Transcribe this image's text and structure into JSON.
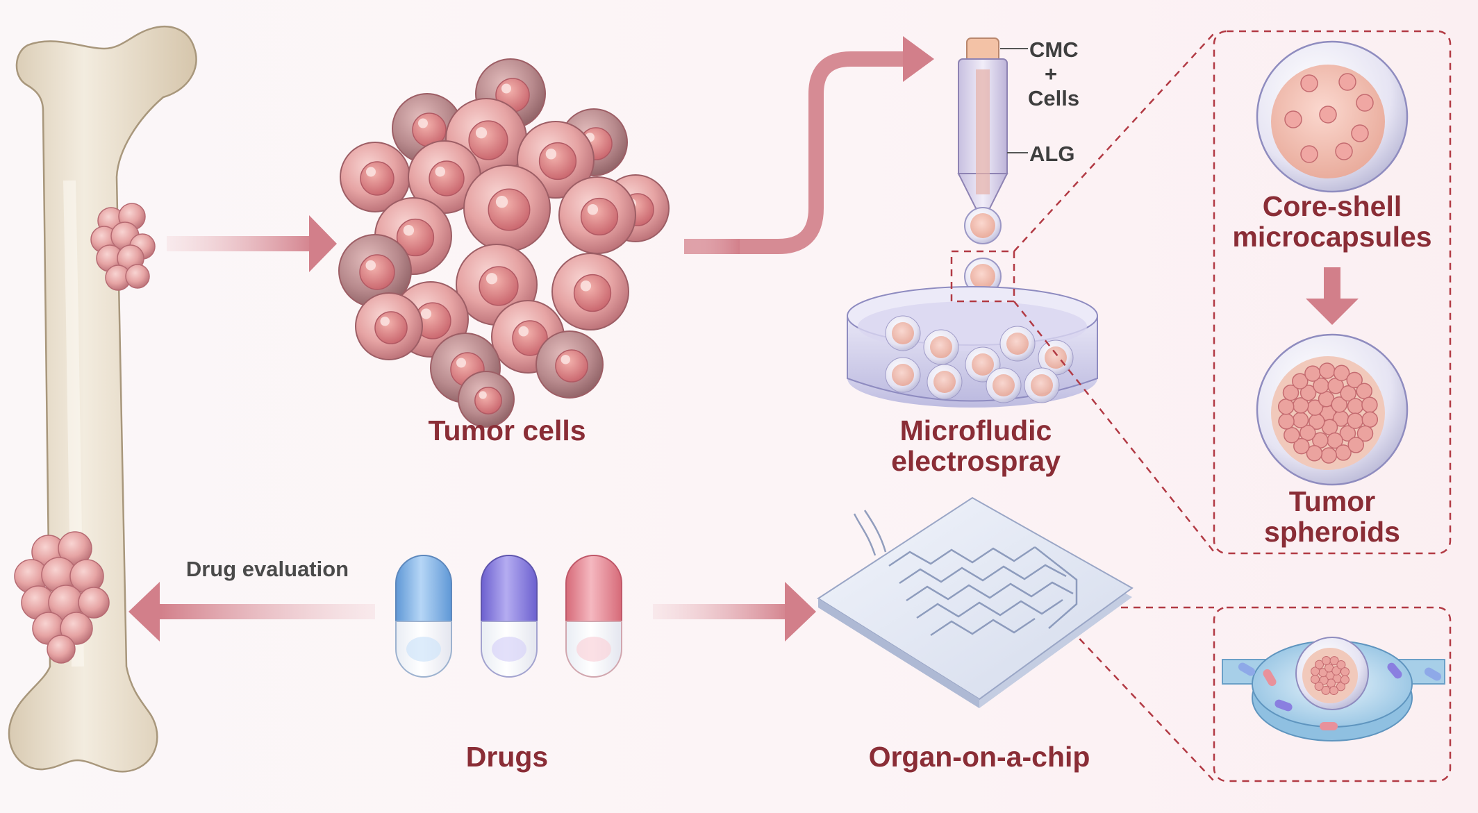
{
  "labels": {
    "tumor_cells": "Tumor cells",
    "microfluidic_1": "Microfludic",
    "microfluidic_2": "electrospray",
    "core_shell_1": "Core-shell",
    "core_shell_2": "microcapsules",
    "tumor_spheroids_1": "Tumor",
    "tumor_spheroids_2": "spheroids",
    "drug_evaluation": "Drug evaluation",
    "drugs": "Drugs",
    "organ_on_chip": "Organ-on-a-chip",
    "cmc": "CMC",
    "plus": "+",
    "cells": "Cells",
    "alg": "ALG"
  },
  "colors": {
    "label_red": "#8a2d36",
    "arrow_pink": "#d27f8a",
    "bone": "#eadfcb",
    "cell": "#e7a0a0",
    "capsule_blue": "#7fb3e8",
    "capsule_purple": "#8a7fe0",
    "capsule_red": "#e88b96",
    "dashed_box": "#b23a44"
  },
  "icons": [
    "femur-bone",
    "tumor-cell-cluster",
    "syringe-nozzle",
    "petri-dish",
    "microcapsule",
    "tumor-spheroid",
    "drug-capsule",
    "microfluidic-chip",
    "chip-chamber"
  ]
}
